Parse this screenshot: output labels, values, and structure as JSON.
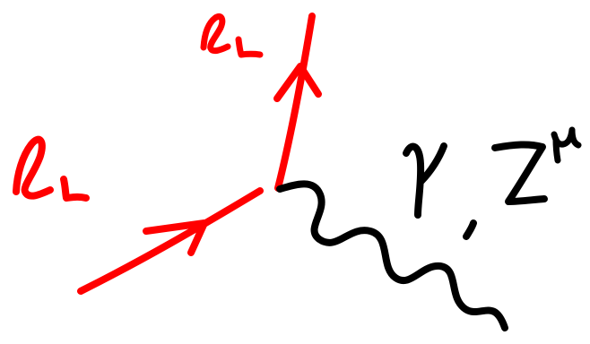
{
  "labels": {
    "incoming_lepton": "ℓL",
    "outgoing_lepton": "ℓL",
    "boson": "γ, Zμ"
  },
  "colors": {
    "fermion": "#ff0000",
    "boson": "#000000",
    "background": "#ffffff"
  },
  "icons": {
    "incoming_arrow": "arrow-icon",
    "outgoing_arrow": "arrow-icon"
  }
}
